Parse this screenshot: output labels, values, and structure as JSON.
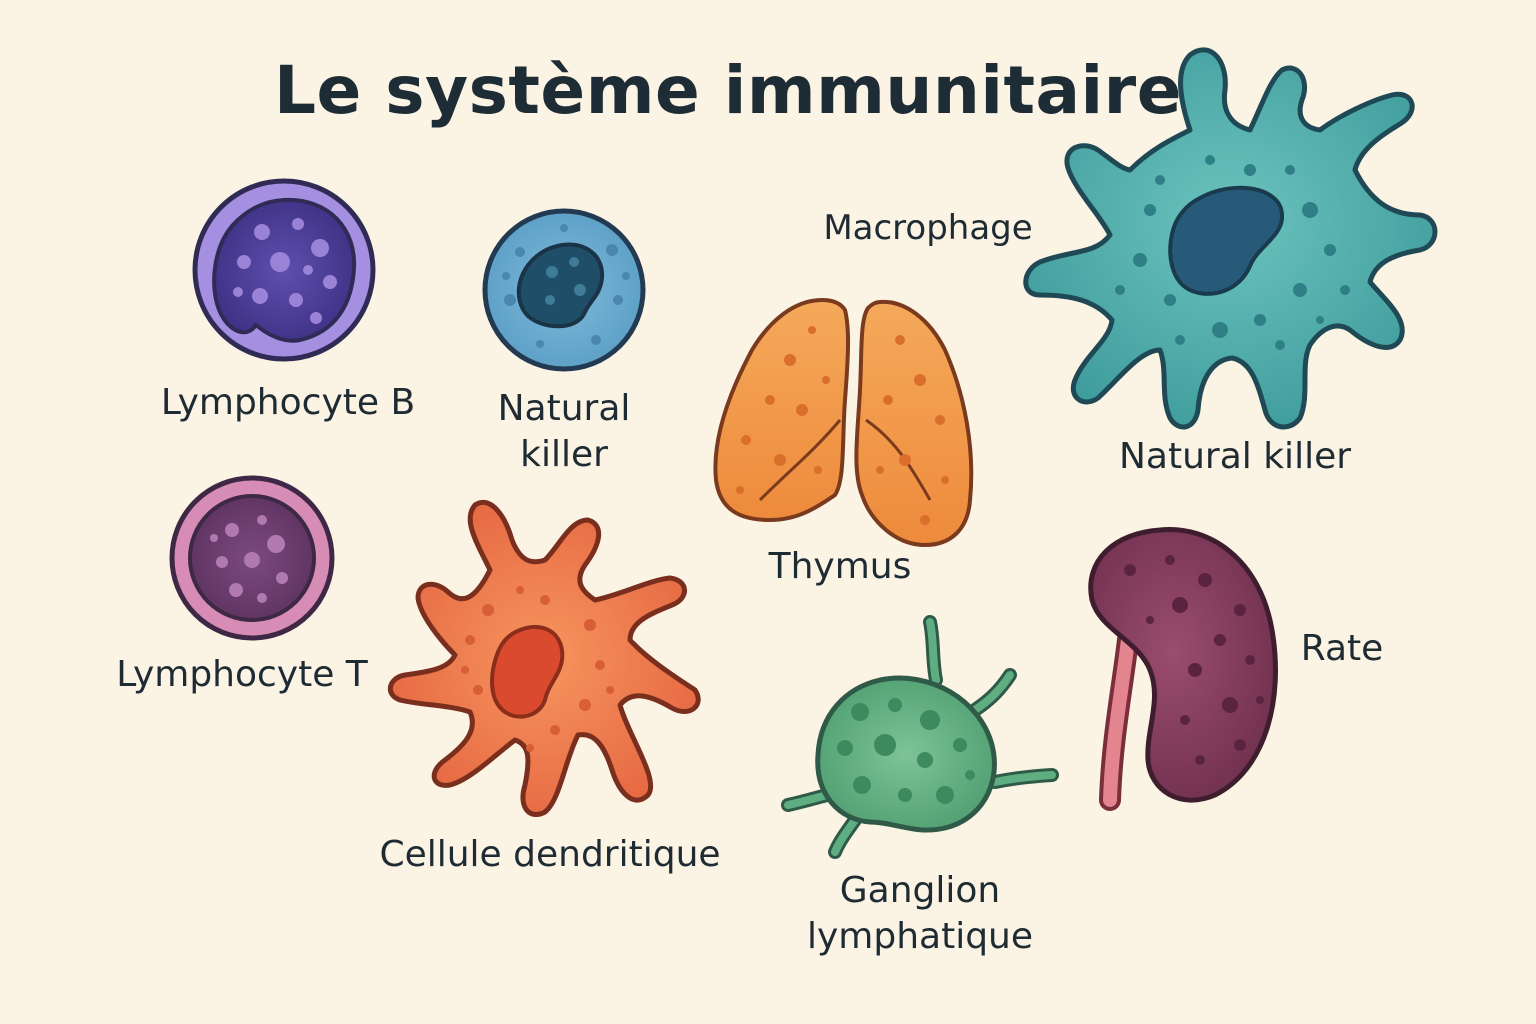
{
  "title": "Le système immunitaire",
  "labels": {
    "lymphocyte_b": "Lymphocyte B",
    "natural_killer_small_line1": "Natural",
    "natural_killer_small_line2": "killer",
    "macrophage": "Macrophage",
    "natural_killer_large": "Natural killer",
    "lymphocyte_t": "Lymphocyte T",
    "cellule_dendritique": "Cellule dendritique",
    "thymus": "Thymus",
    "rate": "Rate",
    "ganglion_line1": "Ganglion",
    "ganglion_line2": "lymphatique"
  },
  "colors": {
    "background": "#fbf3e4",
    "outline": "#2a2f45",
    "lymphocyte_b": "#5a45a8",
    "natural_killer_small": "#6fb0d2",
    "macrophage": "#4aa9a8",
    "lymphocyte_t": "#8a4c82",
    "dendritic": "#ee7a4e",
    "thymus": "#f29a4a",
    "ganglion": "#5fae82",
    "rate": "#8a3f5c"
  }
}
